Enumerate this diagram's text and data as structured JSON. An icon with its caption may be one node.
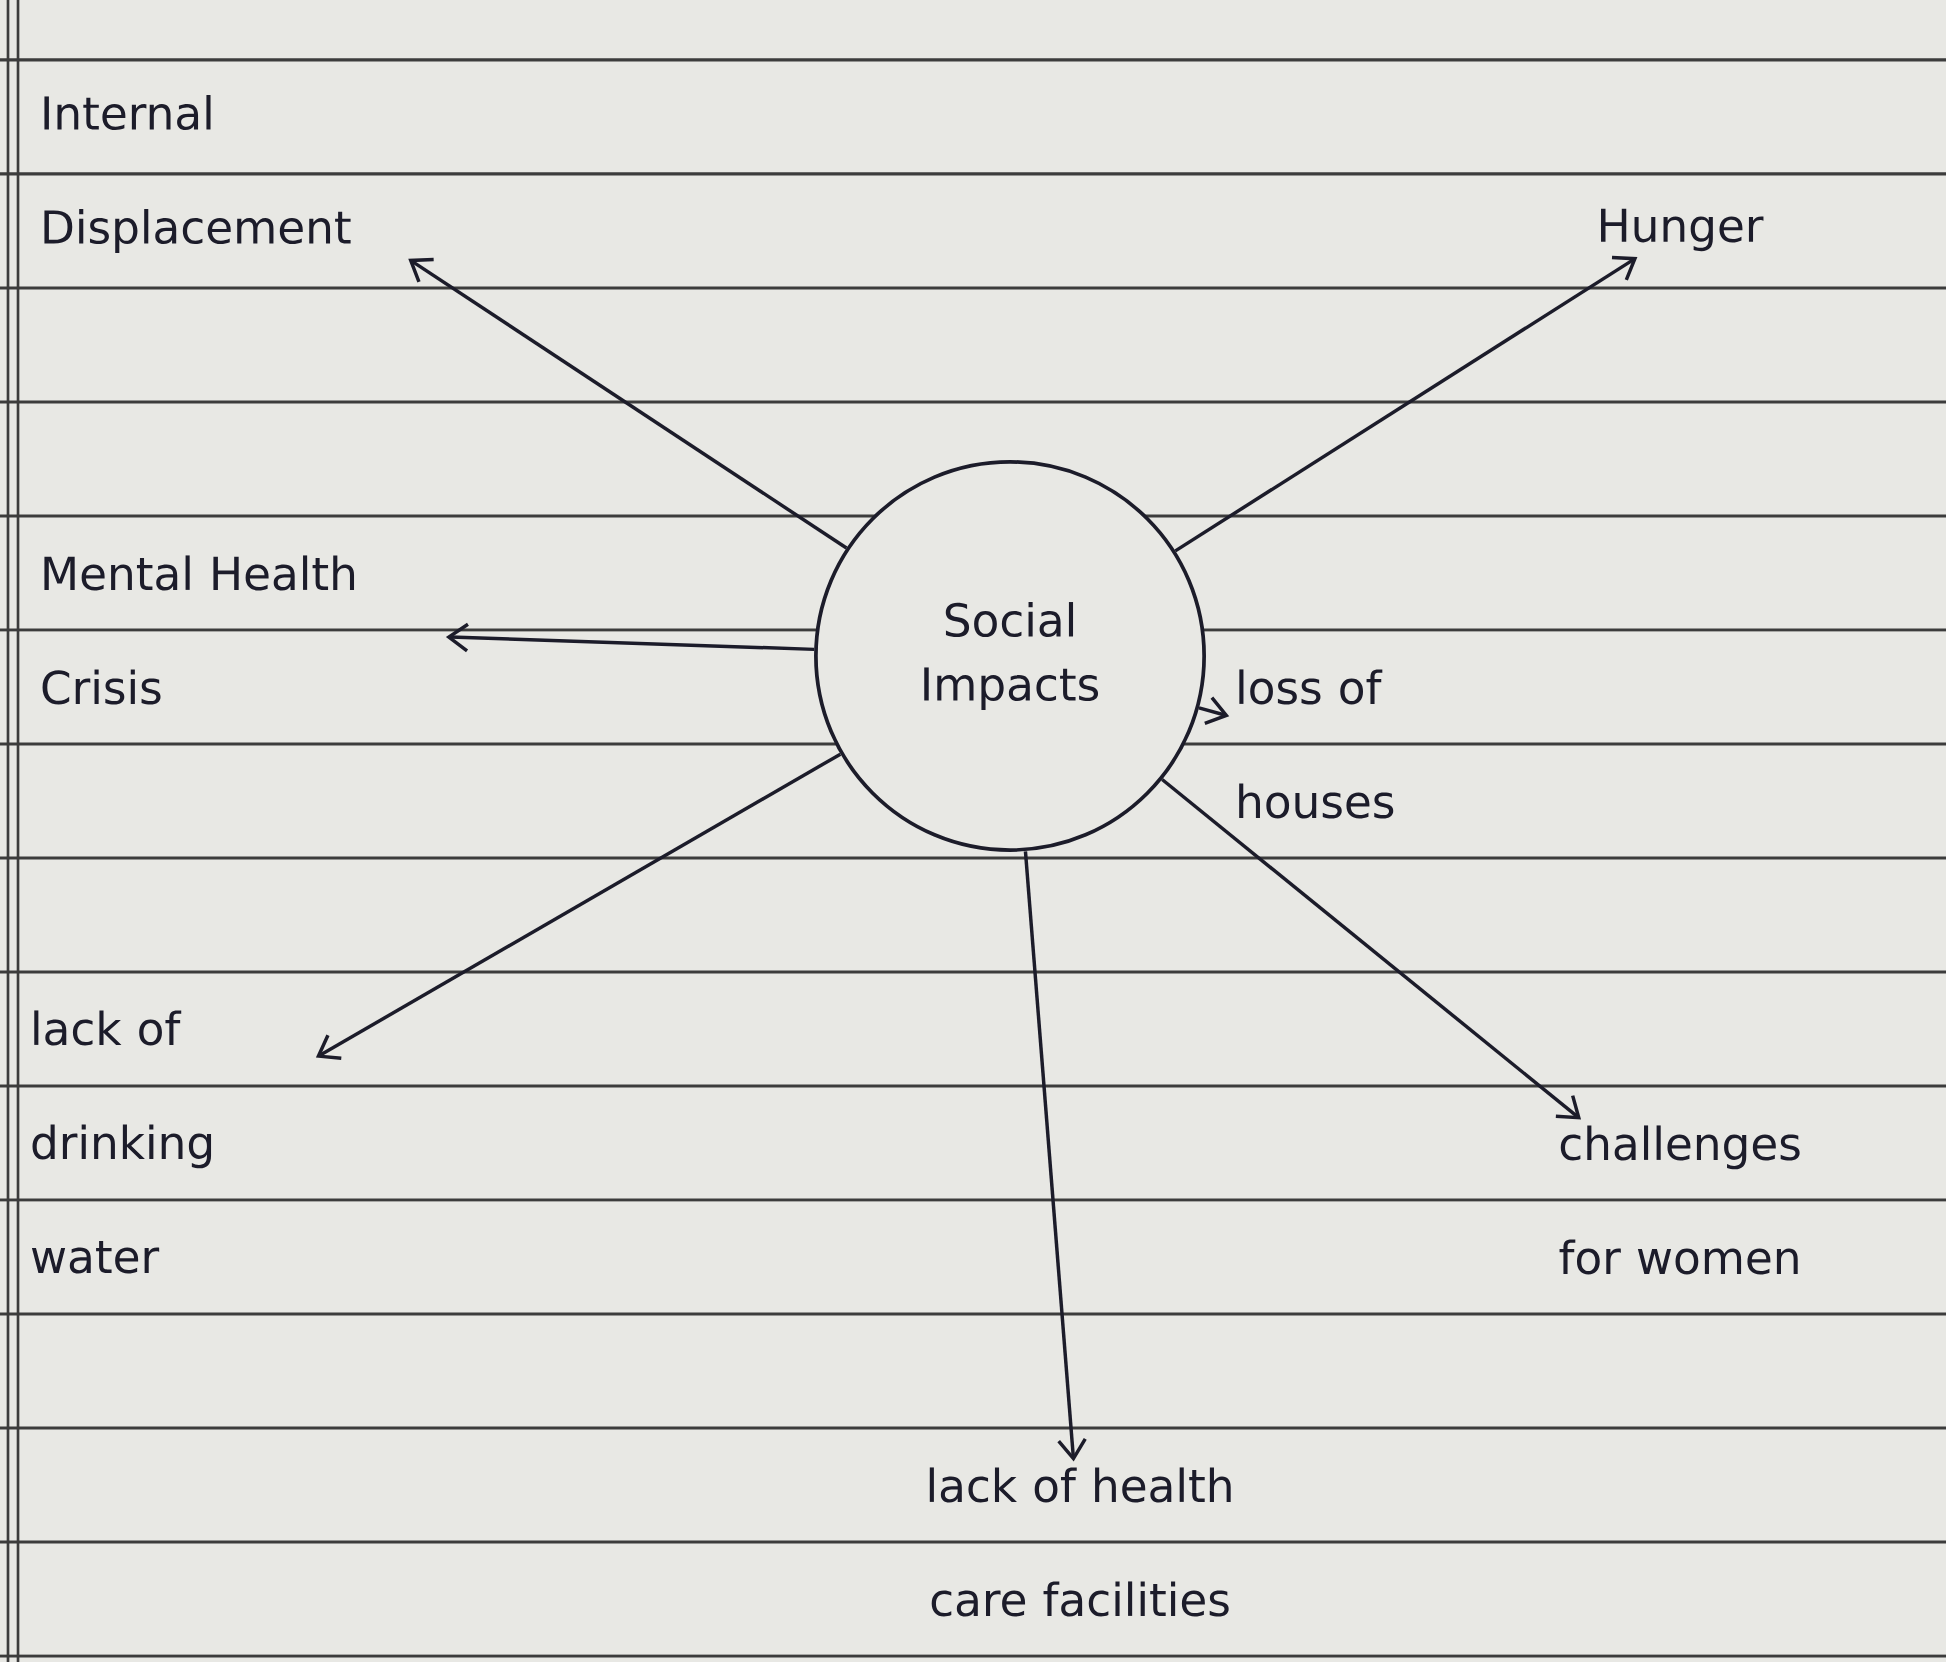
{
  "diagram": {
    "nodes": [
      {
        "text": [
          "Social Impacts"
        ]
      },
      {
        "text": [
          "Internal Displacement"
        ]
      },
      {
        "text": [
          "Hunger"
        ]
      },
      {
        "text": [
          "Mental Health Crisis"
        ]
      },
      {
        "text": [
          "loss of houses"
        ]
      },
      {
        "text": [
          "lack of drinking water"
        ]
      },
      {
        "text": [
          "challenges for women"
        ]
      },
      {
        "text": [
          "lack of health care facilities"
        ]
      }
    ],
    "edges": [
      {
        "from": 0,
        "to": 1,
        "arrow": "to"
      },
      {
        "from": 0,
        "to": 2,
        "arrow": "to"
      },
      {
        "from": 0,
        "to": 3,
        "arrow": "to"
      },
      {
        "from": 0,
        "to": 4,
        "arrow": "to"
      },
      {
        "from": 0,
        "to": 5,
        "arrow": "to"
      },
      {
        "from": 0,
        "to": 6,
        "arrow": "to"
      },
      {
        "from": 0,
        "to": 7,
        "arrow": "to"
      }
    ]
  }
}
